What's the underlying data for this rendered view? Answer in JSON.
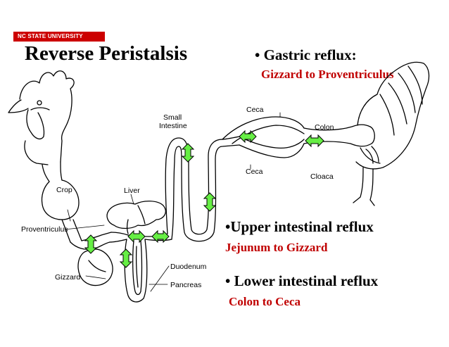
{
  "header": {
    "institution": "NC STATE UNIVERSITY",
    "title": "Reverse Peristalsis"
  },
  "bullets": {
    "gastric": {
      "heading": "• Gastric reflux:",
      "detail": "Gizzard to Proventriculus"
    },
    "upper": {
      "heading": "•Upper intestinal reflux",
      "detail": "Jejunum to Gizzard"
    },
    "lower": {
      "heading": "• Lower intestinal reflux",
      "detail": "Colon to Ceca"
    }
  },
  "labels": {
    "crop": "Crop",
    "liver": "Liver",
    "proventriculus": "Proventriculus",
    "gizzard": "Gizzard",
    "duodenum": "Duodenum",
    "pancreas": "Pancreas",
    "small_intestine_1": "Small",
    "small_intestine_2": "Intestine",
    "ceca_top": "Ceca",
    "ceca_bottom": "Ceca",
    "colon": "Colon",
    "cloaca": "Cloaca"
  },
  "colors": {
    "accent": "#c00000",
    "badge": "#cc0000",
    "arrow_fill": "#66ee44"
  }
}
